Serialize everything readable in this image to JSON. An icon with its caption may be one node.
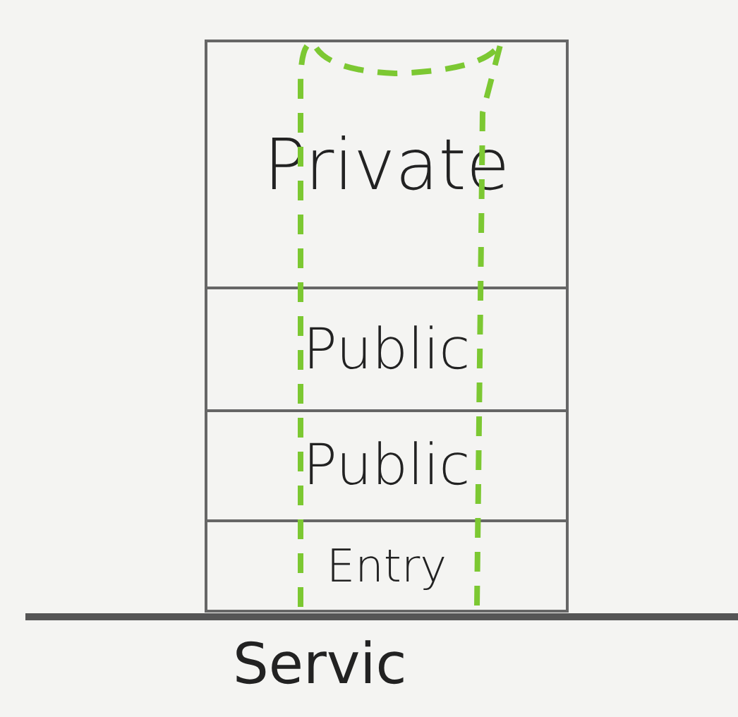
{
  "diagram": {
    "nodes": [
      {
        "text": [
          "Private"
        ]
      },
      {
        "text": [
          "Public"
        ]
      },
      {
        "text": [
          "Public"
        ]
      },
      {
        "text": [
          "Entry"
        ]
      }
    ],
    "labels": [
      "Servic"
    ]
  }
}
